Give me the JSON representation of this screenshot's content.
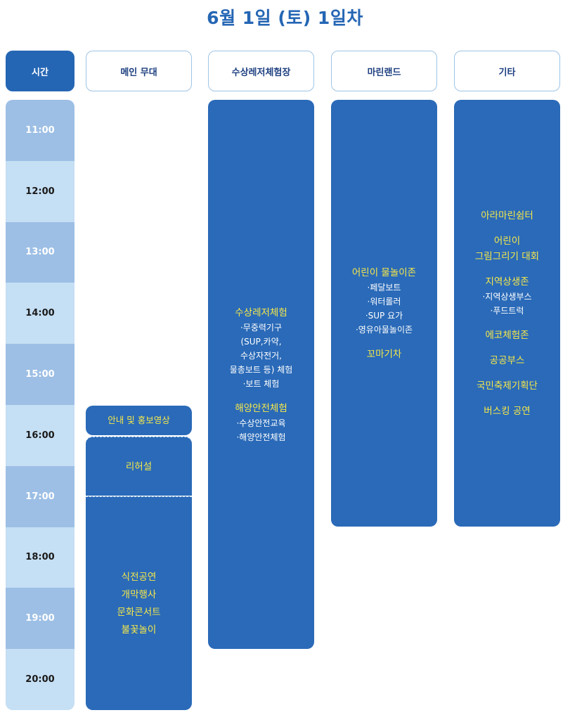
{
  "title": "6월 1일 (토) 1일차",
  "headers": {
    "time": "시간",
    "main_stage": "메인 무대",
    "water_leisure": "수상레저체험장",
    "marine_land": "마린랜드",
    "etc": "기타"
  },
  "times": [
    "11:00",
    "12:00",
    "13:00",
    "14:00",
    "15:00",
    "16:00",
    "17:00",
    "18:00",
    "19:00",
    "20:00"
  ],
  "main_stage": {
    "intro": "안내 및 홍보영상",
    "rehearsal": "리허설",
    "events": [
      "식전공연",
      "개막행사",
      "문화콘서트",
      "불꽃놀이"
    ]
  },
  "water_leisure": {
    "title1": "수상레저체험",
    "items1": [
      "·무중력기구",
      "(SUP,카약,",
      "수상자전거,",
      "물총보트 등) 체험",
      "·보트 체험"
    ],
    "title2": "해양안전체험",
    "items2": [
      "·수상안전교육",
      "·해양안전체험"
    ]
  },
  "marine_land": {
    "title1": "어린이 물놀이존",
    "items1": [
      "·페달보트",
      "·워터롤러",
      "·SUP 요가",
      "·영유아물놀이존"
    ],
    "title2": "꼬마기차"
  },
  "etc": {
    "item1": "아라마린쉼터",
    "item2_line1": "어린이",
    "item2_line2": "그림그리기 대회",
    "item3": "지역상생존",
    "item3_subs": [
      "·지역상생부스",
      "·푸드트럭"
    ],
    "item4": "에코체험존",
    "item5": "공공부스",
    "item6": "국민축제기획단",
    "item7": "버스킹 공연"
  }
}
